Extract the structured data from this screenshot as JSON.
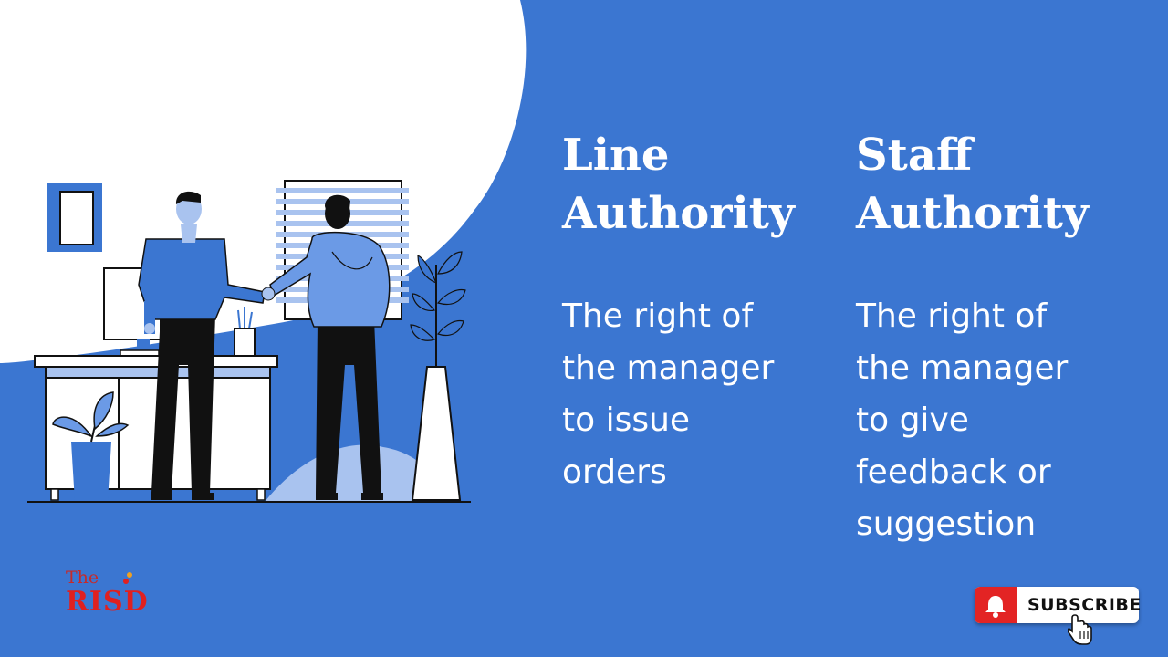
{
  "slide": {
    "background_color": "#3b76d1",
    "accent_white": "#ffffff"
  },
  "columns": [
    {
      "title_line1": "Line",
      "title_line2": "Authority",
      "desc_lines": [
        "The right of",
        "the manager",
        "to issue",
        "orders"
      ]
    },
    {
      "title_line1": "Staff",
      "title_line2": "Authority",
      "desc_lines": [
        "The right of",
        "the manager",
        "to give",
        "feedback or",
        "suggestion"
      ]
    }
  ],
  "logo": {
    "line1": "The",
    "line2": "RISD"
  },
  "subscribe": {
    "label": "SUBSCRIBE",
    "icon": "bell-icon",
    "color": "#e32424"
  },
  "illustration": {
    "icon": "handshake-office-illustration"
  }
}
